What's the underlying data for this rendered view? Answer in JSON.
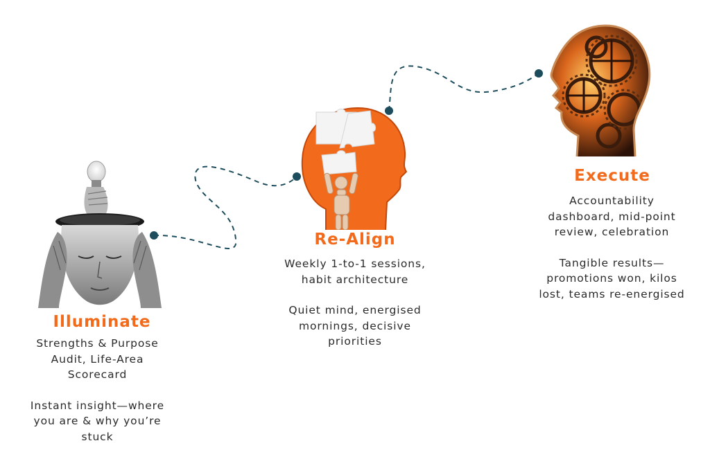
{
  "colors": {
    "accent": "#f26a1b",
    "connector": "#1d4c5c",
    "text": "#2a2a2a"
  },
  "steps": [
    {
      "title": "Illuminate",
      "deliverables": "Strengths & Purpose Audit, Life-Area Scorecard",
      "outcome": "Instant insight—where you are & why you’re stuck",
      "image": "open-head-with-lightbulb"
    },
    {
      "title": "Re-Align",
      "deliverables": "Weekly 1-to-1 sessions, habit architecture",
      "outcome": "Quiet mind, energised mornings, decisive priorities",
      "image": "head-silhouette-with-puzzle-pieces"
    },
    {
      "title": "Execute",
      "deliverables": "Accountability dashboard, mid-point review, celebration",
      "outcome": "Tangible results—promotions won, kilos lost, teams re-energised",
      "image": "head-silhouette-with-gears"
    }
  ]
}
